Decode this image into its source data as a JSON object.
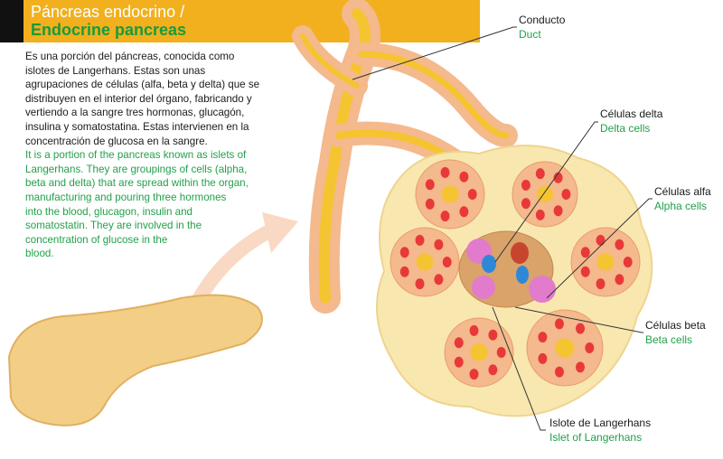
{
  "header": {
    "title_es": "Páncreas endocrino /",
    "title_en": "Endocrine pancreas"
  },
  "description": {
    "es_lines": [
      "Es una porción del páncreas, conocida como",
      "islotes de Langerhans. Estas son unas",
      "agrupaciones de células (alfa, beta y delta) que se",
      "distribuyen en el interior del órgano, fabricando y",
      "vertiendo a la sangre tres hormonas, glucagón,",
      "insulina y somatostatina. Estas intervienen en la",
      "concentración de glucosa en la sangre."
    ],
    "en_lines": [
      "It is a portion of the pancreas known as islets of",
      "Langerhans. They are groupings of cells (alpha,",
      "beta and delta) that are spread within the organ,",
      "manufacturing and pouring three hormones",
      "into the blood, glucagon, insulin and",
      "somatostatin. They are involved in the",
      "concentration of glucose in the",
      "blood."
    ]
  },
  "labels": {
    "duct": {
      "es": "Conducto",
      "en": "Duct"
    },
    "delta": {
      "es": "Células delta",
      "en": "Delta cells"
    },
    "alpha": {
      "es": "Células alfa",
      "en": "Alpha cells"
    },
    "beta": {
      "es": "Células beta",
      "en": "Beta cells"
    },
    "islet": {
      "es": "Islote de Langerhans",
      "en": "Islet of Langerhans"
    }
  },
  "colors": {
    "header_bg": "#F2B01E",
    "green_text": "#22a04a",
    "tissue": "#F9E7B0",
    "acinus": "#F4B98C",
    "nucleus": "#E8383A",
    "duct": "#F5C431"
  }
}
